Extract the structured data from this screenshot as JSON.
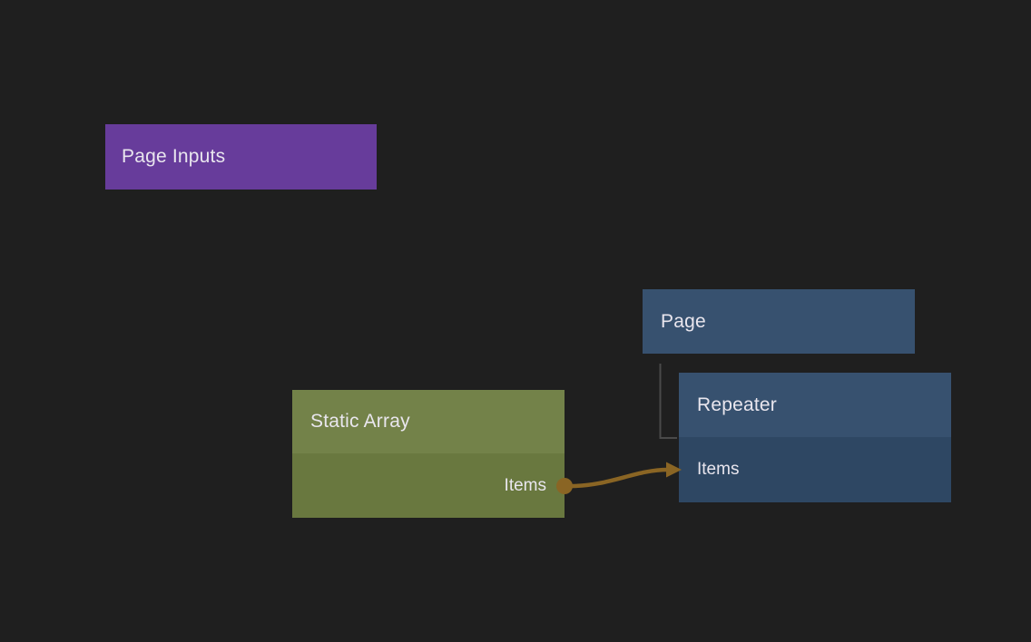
{
  "canvas": {
    "background_color": "#1f1f1f"
  },
  "nodes": {
    "page_inputs": {
      "title": "Page Inputs",
      "color": "#673c9b"
    },
    "page": {
      "title": "Page",
      "color": "#37516f"
    },
    "repeater": {
      "title": "Repeater",
      "header_color": "#37516f",
      "body_color": "#2e4763",
      "input_port_label": "Items"
    },
    "static_array": {
      "title": "Static Array",
      "header_color": "#738249",
      "body_color": "#69783f",
      "output_port_label": "Items"
    }
  },
  "connections": {
    "items_wire": {
      "from_node": "Static Array",
      "from_port": "Items",
      "to_node": "Repeater",
      "to_port": "Items",
      "color": "#8a6524"
    },
    "child_connector": {
      "from_node": "Page",
      "to_node": "Repeater",
      "color": "#4a4a4a"
    }
  },
  "text_color": "#e9e6ee"
}
